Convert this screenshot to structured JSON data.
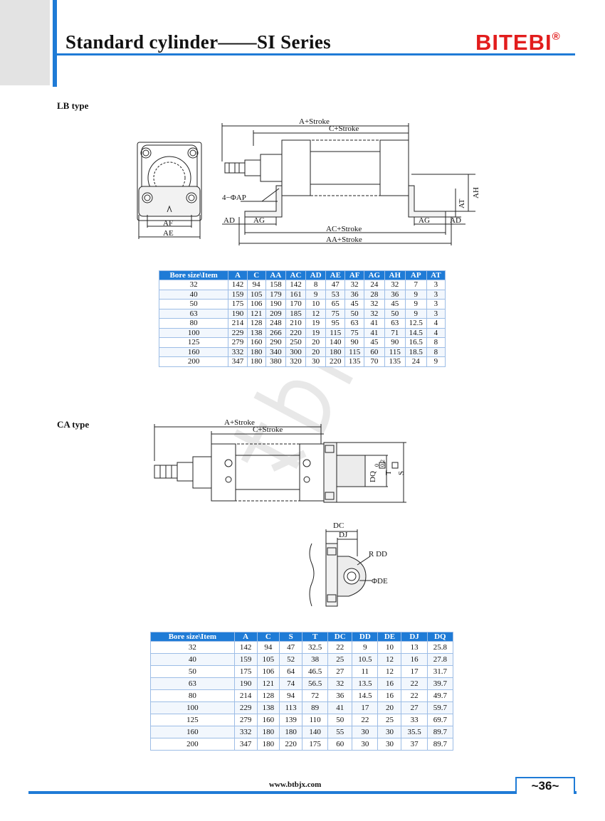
{
  "header": {
    "title": "Standard cylinder——SI Series",
    "brand": "BITEBI",
    "brand_mark": "®"
  },
  "lb": {
    "label": "LB type",
    "dims": {
      "a_stroke": "A+Stroke",
      "c_stroke": "C+Stroke",
      "ap": "4−ΦAP",
      "ad_left": "AD",
      "ag_left": "AG",
      "ag_right": "AG",
      "ad_right": "AD",
      "ac_stroke": "AC+Stroke",
      "aa_stroke": "AA+Stroke",
      "ah": "AH",
      "at": "AT",
      "af": "AF",
      "ae": "AE"
    },
    "table": {
      "headers": [
        "Bore size\\Item",
        "A",
        "C",
        "AA",
        "AC",
        "AD",
        "AE",
        "AF",
        "AG",
        "AH",
        "AP",
        "AT"
      ],
      "rows": [
        [
          "32",
          "142",
          "94",
          "158",
          "142",
          "8",
          "47",
          "32",
          "24",
          "32",
          "7",
          "3"
        ],
        [
          "40",
          "159",
          "105",
          "179",
          "161",
          "9",
          "53",
          "36",
          "28",
          "36",
          "9",
          "3"
        ],
        [
          "50",
          "175",
          "106",
          "190",
          "170",
          "10",
          "65",
          "45",
          "32",
          "45",
          "9",
          "3"
        ],
        [
          "63",
          "190",
          "121",
          "209",
          "185",
          "12",
          "75",
          "50",
          "32",
          "50",
          "9",
          "3"
        ],
        [
          "80",
          "214",
          "128",
          "248",
          "210",
          "19",
          "95",
          "63",
          "41",
          "63",
          "12.5",
          "4"
        ],
        [
          "100",
          "229",
          "138",
          "266",
          "220",
          "19",
          "115",
          "75",
          "41",
          "71",
          "14.5",
          "4"
        ],
        [
          "125",
          "279",
          "160",
          "290",
          "250",
          "20",
          "140",
          "90",
          "45",
          "90",
          "16.5",
          "8"
        ],
        [
          "160",
          "332",
          "180",
          "340",
          "300",
          "20",
          "180",
          "115",
          "60",
          "115",
          "18.5",
          "8"
        ],
        [
          "200",
          "347",
          "180",
          "380",
          "320",
          "30",
          "220",
          "135",
          "70",
          "135",
          "24",
          "9"
        ]
      ]
    }
  },
  "ca": {
    "label": "CA type",
    "dims": {
      "a_stroke": "A+Stroke",
      "c_stroke": "C+Stroke",
      "dq": "DQ",
      "dq_tol_top": "0",
      "dq_tol_bottom": "0.2",
      "t": "T",
      "s": "S",
      "dc": "DC",
      "dj": "DJ",
      "rdd": "R DD",
      "de": "ΦDE"
    },
    "table": {
      "headers": [
        "Bore size\\Item",
        "A",
        "C",
        "S",
        "T",
        "DC",
        "DD",
        "DE",
        "DJ",
        "DQ"
      ],
      "rows": [
        [
          "32",
          "142",
          "94",
          "47",
          "32.5",
          "22",
          "9",
          "10",
          "13",
          "25.8"
        ],
        [
          "40",
          "159",
          "105",
          "52",
          "38",
          "25",
          "10.5",
          "12",
          "16",
          "27.8"
        ],
        [
          "50",
          "175",
          "106",
          "64",
          "46.5",
          "27",
          "11",
          "12",
          "17",
          "31.7"
        ],
        [
          "63",
          "190",
          "121",
          "74",
          "56.5",
          "32",
          "13.5",
          "16",
          "22",
          "39.7"
        ],
        [
          "80",
          "214",
          "128",
          "94",
          "72",
          "36",
          "14.5",
          "16",
          "22",
          "49.7"
        ],
        [
          "100",
          "229",
          "138",
          "113",
          "89",
          "41",
          "17",
          "20",
          "27",
          "59.7"
        ],
        [
          "125",
          "279",
          "160",
          "139",
          "110",
          "50",
          "22",
          "25",
          "33",
          "69.7"
        ],
        [
          "160",
          "332",
          "180",
          "180",
          "140",
          "55",
          "30",
          "30",
          "35.5",
          "89.7"
        ],
        [
          "200",
          "347",
          "180",
          "220",
          "175",
          "60",
          "30",
          "30",
          "37",
          "89.7"
        ]
      ]
    }
  },
  "footer": {
    "url": "www.btbjx.com",
    "page": "~36~"
  }
}
